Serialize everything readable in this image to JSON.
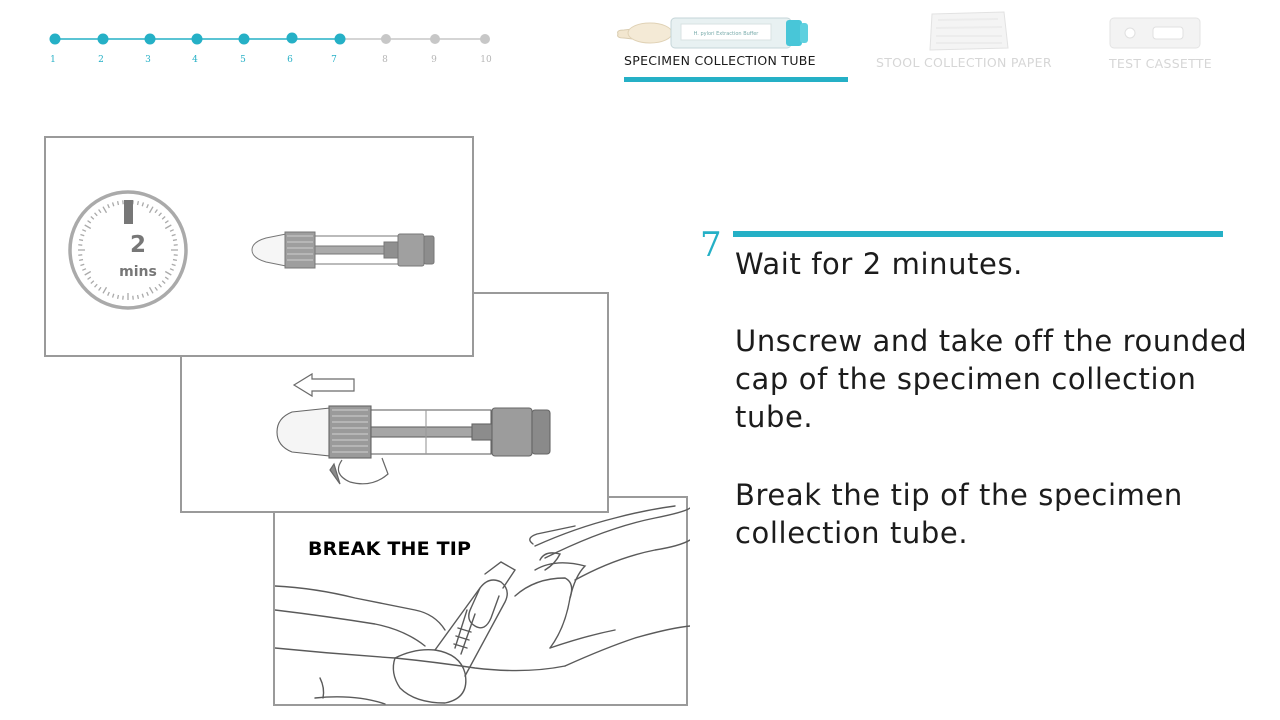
{
  "progress": {
    "current_step": 7,
    "total_steps": 10,
    "steps": [
      "1",
      "2",
      "3",
      "4",
      "5",
      "6",
      "7",
      "8",
      "9",
      "10"
    ],
    "active_color": "#25b0c6",
    "inactive_color": "#c7c7c7"
  },
  "tabs": [
    {
      "label": "SPECIMEN COLLECTION TUBE",
      "active": true,
      "icon": "specimen-tube-icon"
    },
    {
      "label": "STOOL COLLECTION PAPER",
      "active": false,
      "icon": "stool-paper-icon"
    },
    {
      "label": "TEST CASSETTE",
      "active": false,
      "icon": "test-cassette-icon"
    }
  ],
  "tube_icon_text": "H. pylori Extraction Buffer",
  "panels": {
    "timer_value": "2",
    "timer_unit": "mins",
    "break_label": "BREAK THE TIP"
  },
  "instruction": {
    "step_number": "7",
    "paragraphs": [
      "Wait for 2 minutes.",
      "Unscrew and take off the rounded cap of the specimen collection tube.",
      "Break the tip of the specimen collection tube."
    ]
  },
  "accent_color": "#25b0c6"
}
